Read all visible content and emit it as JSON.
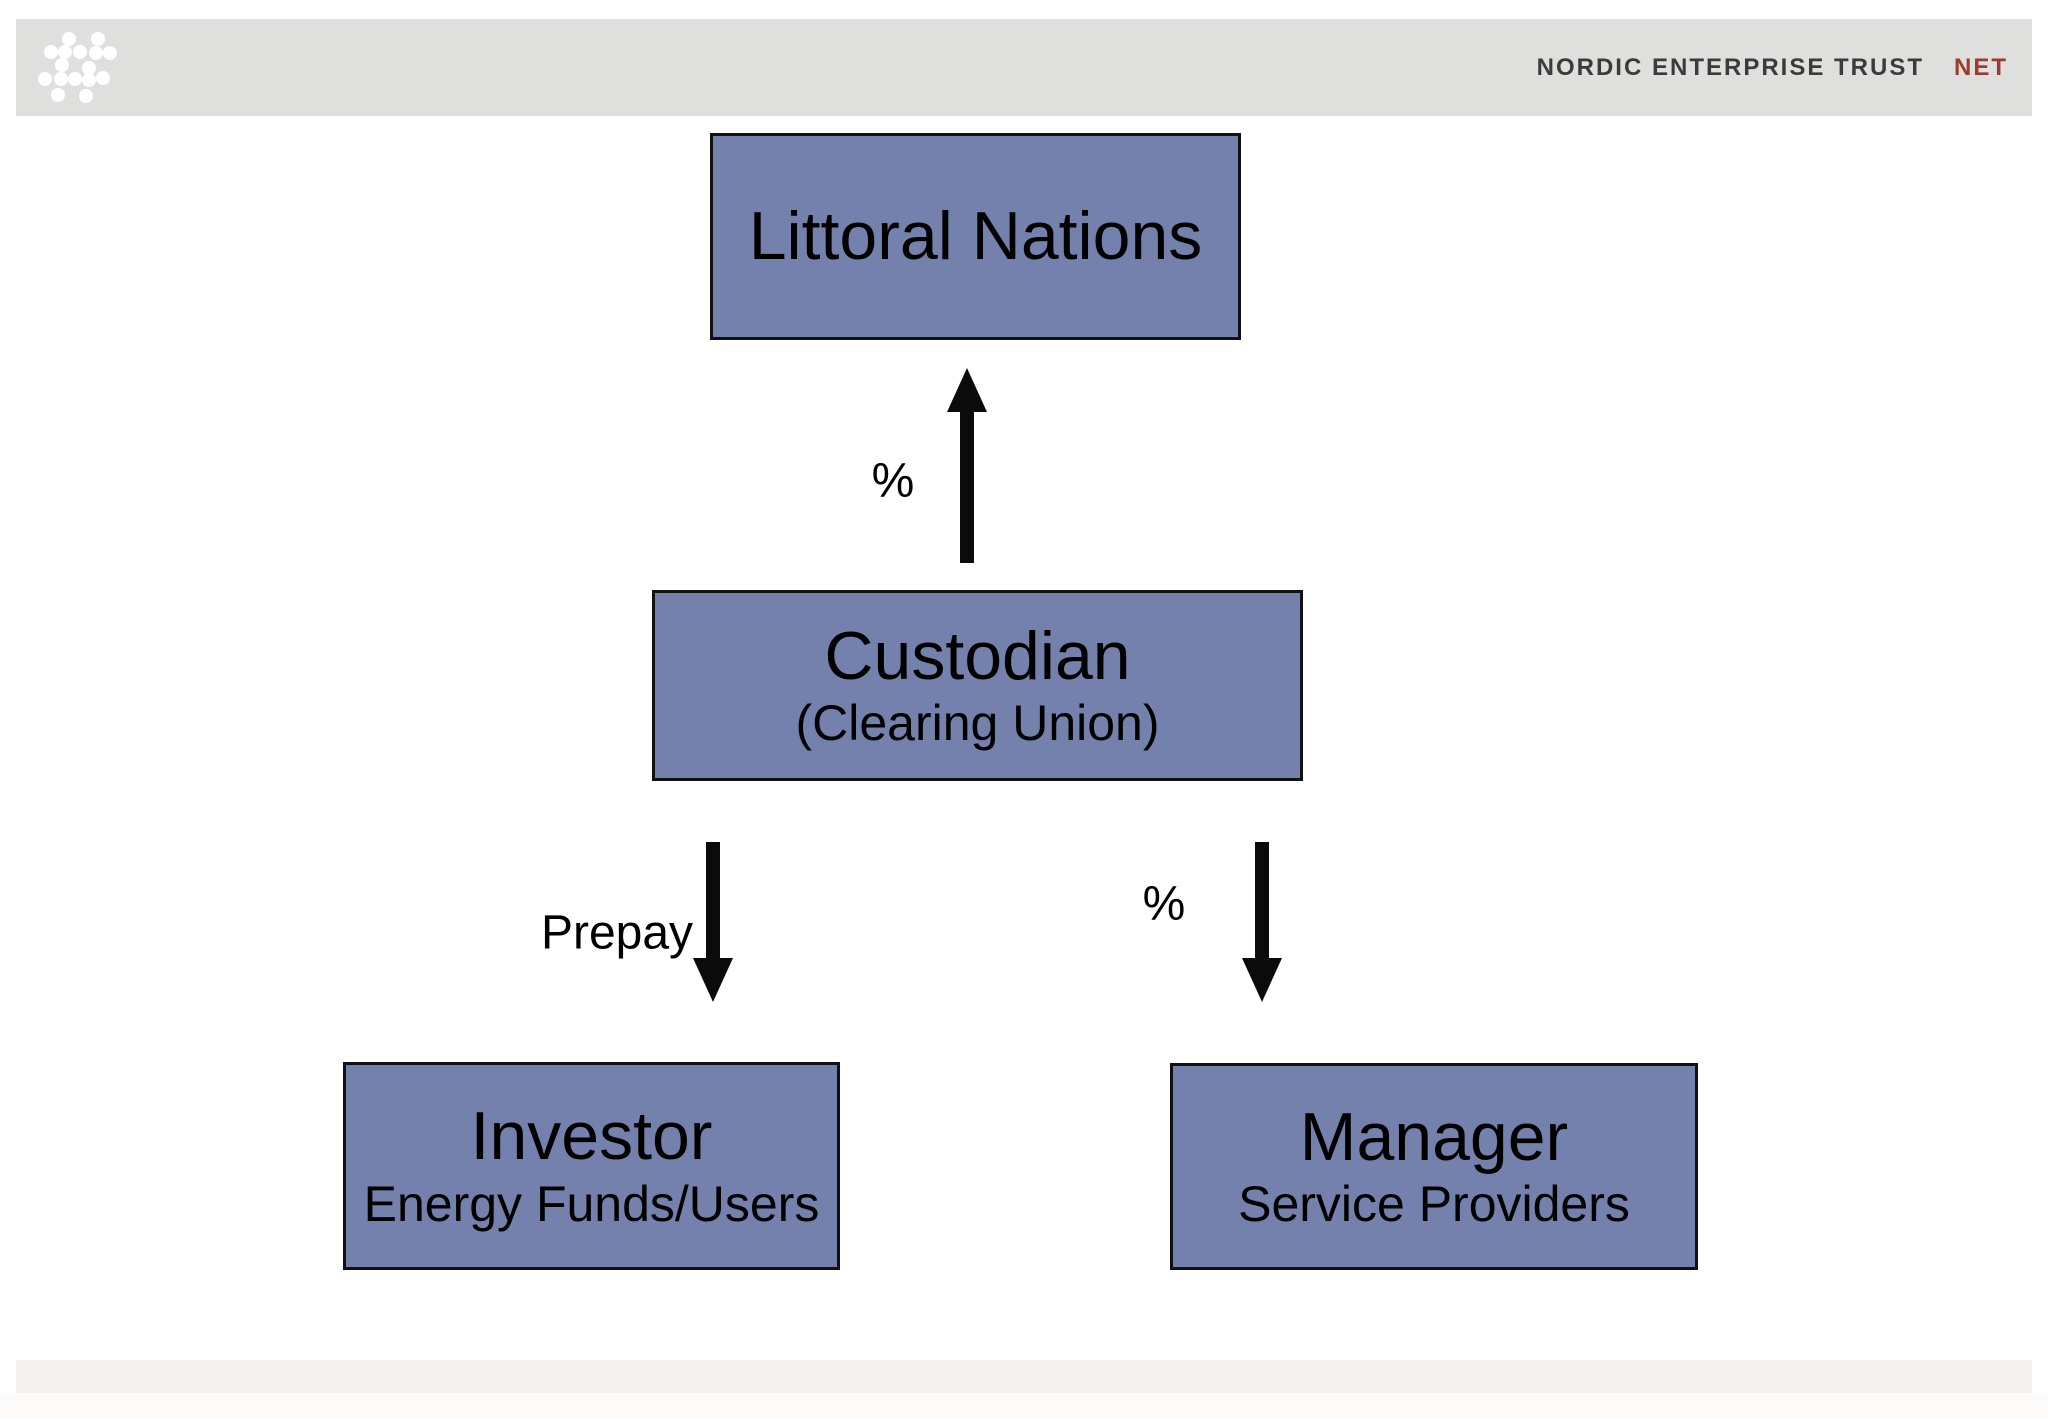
{
  "header": {
    "brand": "NORDIC ENTERPRISE TRUST",
    "abbrev": "NET",
    "colors": {
      "background": "#dfdfdd",
      "brand_text": "#3b3b3b",
      "abbrev_text": "#9e3a30",
      "logo_dots": "#ffffff"
    }
  },
  "diagram": {
    "colors": {
      "node_fill": "#7481ac",
      "node_border": "#111111",
      "arrow": "#0b0b0b",
      "text": "#000000"
    },
    "nodes": {
      "littoral": {
        "title": "Littoral Nations"
      },
      "custodian": {
        "title": "Custodian",
        "subtitle": "(Clearing Union)"
      },
      "investor": {
        "title": "Investor",
        "subtitle": "Energy Funds/Users"
      },
      "manager": {
        "title": "Manager",
        "subtitle": "Service Providers"
      }
    },
    "edges": {
      "custodian_to_littoral": {
        "label": "%",
        "direction": "up",
        "from": "Custodian",
        "to": "Littoral Nations"
      },
      "custodian_to_investor": {
        "label": "Prepay",
        "direction": "down",
        "from": "Custodian",
        "to": "Investor"
      },
      "custodian_to_manager": {
        "label": "%",
        "direction": "down",
        "from": "Custodian",
        "to": "Manager"
      }
    }
  },
  "footer": {
    "colors": {
      "strip": "#f4f1ee"
    }
  }
}
